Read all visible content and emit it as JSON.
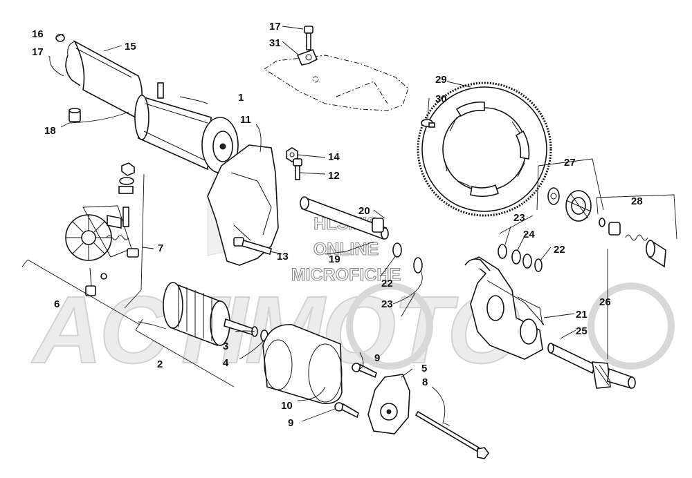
{
  "watermark": {
    "brand": "ACTIMOTO",
    "line1": "HLSM'S",
    "line2": "ONLINE",
    "line3": "MICROFICHE"
  },
  "callouts": {
    "p1": "1",
    "p2": "2",
    "p3": "3",
    "p4": "4",
    "p5": "5",
    "p6": "6",
    "p7": "7",
    "p8": "8",
    "p9a": "9",
    "p9b": "9",
    "p10": "10",
    "p11": "11",
    "p12": "12",
    "p13": "13",
    "p14": "14",
    "p15": "15",
    "p16": "16",
    "p17a": "17",
    "p17b": "17",
    "p18": "18",
    "p19": "19",
    "p20": "20",
    "p21": "21",
    "p22a": "22",
    "p22b": "22",
    "p23a": "23",
    "p23b": "23",
    "p24": "24",
    "p25": "25",
    "p26": "26",
    "p27": "27",
    "p28": "28",
    "p29": "29",
    "p30": "30",
    "p31": "31"
  }
}
